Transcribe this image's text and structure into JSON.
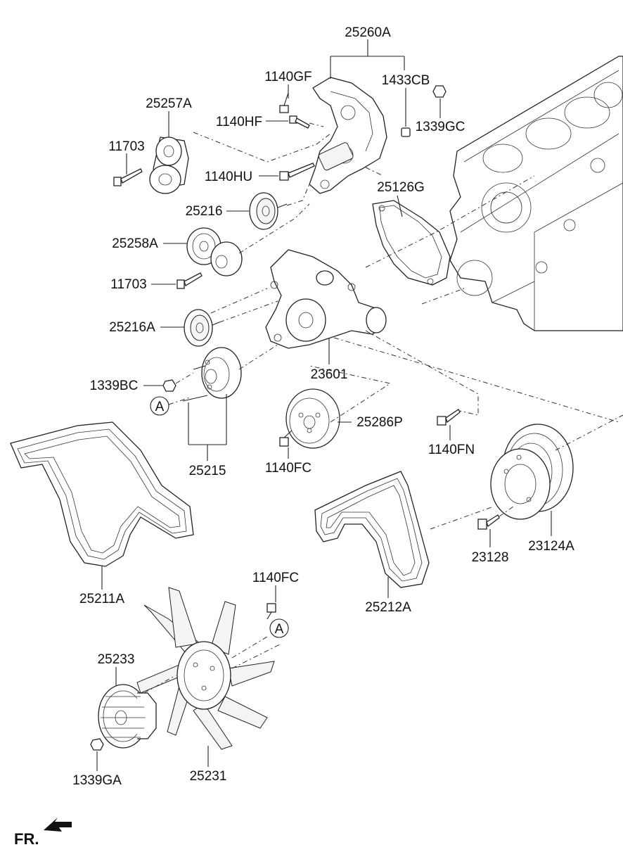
{
  "labels": {
    "l25260A": "25260A",
    "l1140GF": "1140GF",
    "l1433CB": "1433CB",
    "l25257A": "25257A",
    "l1140HF": "1140HF",
    "l1339GC": "1339GC",
    "l11703a": "11703",
    "l1140HU": "1140HU",
    "l25126G": "25126G",
    "l25216": "25216",
    "l25258A": "25258A",
    "l11703b": "11703",
    "l25216A": "25216A",
    "l23601": "23601",
    "l1339BC": "1339BC",
    "lA1": "A",
    "l25286P": "25286P",
    "l1140FN": "1140FN",
    "l25215": "25215",
    "l1140FC1": "1140FC",
    "l23128": "23128",
    "l23124A": "23124A",
    "l25211A": "25211A",
    "l25212A": "25212A",
    "l1140FC2": "1140FC",
    "lA2": "A",
    "l25233": "25233",
    "l1339GA": "1339GA",
    "l25231": "25231",
    "lFR": "FR."
  }
}
